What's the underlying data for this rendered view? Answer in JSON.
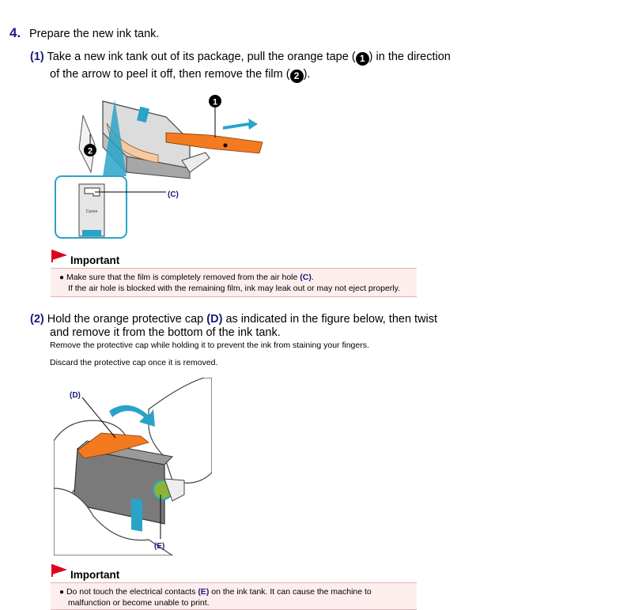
{
  "step": {
    "number": "4.",
    "title": "Prepare the new ink tank."
  },
  "sub1": {
    "num": "(1)",
    "line1_a": "Take a new ink tank out of its package, pull the orange tape (",
    "marker1": "1",
    "line1_b": ") in the direction",
    "line2_a": "of the arrow to peel it off, then remove the film (",
    "marker2": "2",
    "line2_b": ")."
  },
  "figure1": {
    "callout_c": "(C)",
    "marker1": "1",
    "marker2": "2",
    "brand": "Canon"
  },
  "important1": {
    "title": "Important",
    "bullet": "●",
    "line1_a": "Make sure that the film is completely removed from the air hole ",
    "line1_b": "(C)",
    "line1_c": ".",
    "line2": "If the air hole is blocked with the remaining film, ink may leak out or may not eject properly."
  },
  "sub2": {
    "num": "(2)",
    "line1_a": "Hold the orange protective cap ",
    "line1_b": "(D)",
    "line1_c": " as indicated in the figure below, then twist",
    "line2": "and remove it from the bottom of the ink tank.",
    "note1": "Remove the protective cap while holding it to prevent the ink from staining your fingers.",
    "note2": "Discard the protective cap once it is removed."
  },
  "figure2": {
    "callout_d": "(D)",
    "callout_e": "(E)"
  },
  "important2": {
    "title": "Important",
    "bullet": "●",
    "line1_a": "Do not touch the electrical contacts ",
    "line1_b": "(E)",
    "line1_c": " on the ink tank. It can cause the machine to",
    "line2": "malfunction or become unable to print."
  },
  "colors": {
    "accent": "#1a1a7a",
    "important_bg": "#fdeeee",
    "flag": "#e0001b",
    "cap_orange": "#f47a20",
    "ink_cyan": "#2aa3c8"
  }
}
